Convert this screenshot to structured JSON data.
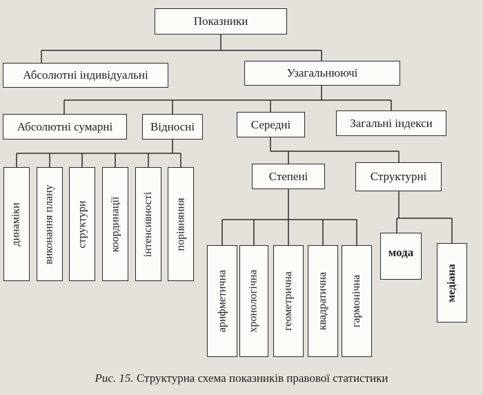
{
  "root": "Показники",
  "level1": {
    "left": "Абсолютні індивідуальні",
    "right": "Узагальнюючі"
  },
  "level2": [
    "Абсолютні сумарні",
    "Відносні",
    "Середні",
    "Загальні індекси"
  ],
  "level3": {
    "left": "Степені",
    "right": "Структурні"
  },
  "relative_types": [
    "динаміки",
    "виконання плану",
    "структури",
    "координації",
    "інтенсивності",
    "порівняння"
  ],
  "power_means": [
    "арифметична",
    "хронологічна",
    "геометрична",
    "квадратична",
    "гармонічна"
  ],
  "structural": [
    "мода",
    "медіана"
  ],
  "caption": {
    "prefix": "Рис. 15.",
    "text": " Структурна схема показників правової статистики"
  }
}
